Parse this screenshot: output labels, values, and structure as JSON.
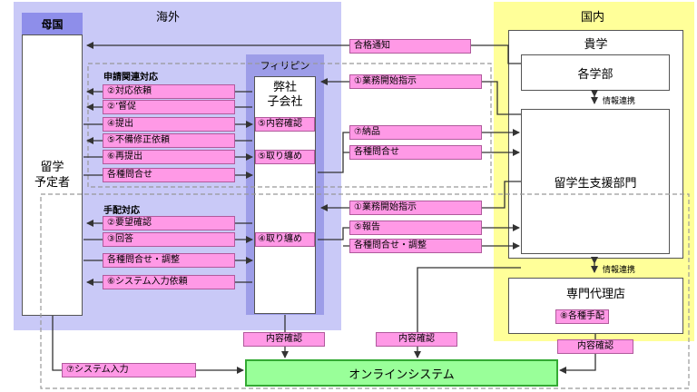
{
  "regions": {
    "abroad": "海外",
    "domestic": "国内"
  },
  "homeland": {
    "title": "母国",
    "student": "留学\n予定者"
  },
  "philippines": {
    "title": "フィリピン",
    "subsidiary": "弊社\n子会社"
  },
  "university": {
    "title": "貴学",
    "departments": "各学部",
    "support": "留学生支援部門",
    "cooperation_top": "情報連携",
    "cooperation_bottom": "情報連携"
  },
  "agency": {
    "title": "専門代理店",
    "arrange": "⑧各種手配"
  },
  "sections": {
    "application": "申請関連対応",
    "arrangement": "手配対応"
  },
  "messages": {
    "acceptance": "合格通知",
    "start_work_1": "①業務開始指示",
    "request_response": "②対応依頼",
    "urge": "②’督促",
    "submit": "④提出",
    "confirm_contents_ph": "⑤内容確認",
    "fix_deficiency": "⑤不備修正依頼",
    "resubmit": "⑥再提出",
    "compile_1": "⑤取り纏め",
    "delivery": "⑦納品",
    "inquiries_1": "各種問合せ",
    "inquiries_2": "各種問合せ",
    "start_work_2": "①業務開始指示",
    "confirm_wishes": "②要望確認",
    "answer": "③回答",
    "compile_2": "④取り纏め",
    "report": "⑤報告",
    "inquiries_adjust_1": "各種問合せ・調整",
    "inquiries_adjust_2": "各種問合せ・調整",
    "system_input_request": "⑥システム入力依頼",
    "confirm_1": "内容確認",
    "confirm_2": "内容確認",
    "confirm_3": "内容確認",
    "system_input": "⑦システム入力"
  },
  "online_system": "オンラインシステム",
  "colors": {
    "abroad_bg": "#c9c9f7",
    "domestic_bg": "#ffff99",
    "label_pink": "#ff99e6",
    "online_green": "#99ff99"
  }
}
